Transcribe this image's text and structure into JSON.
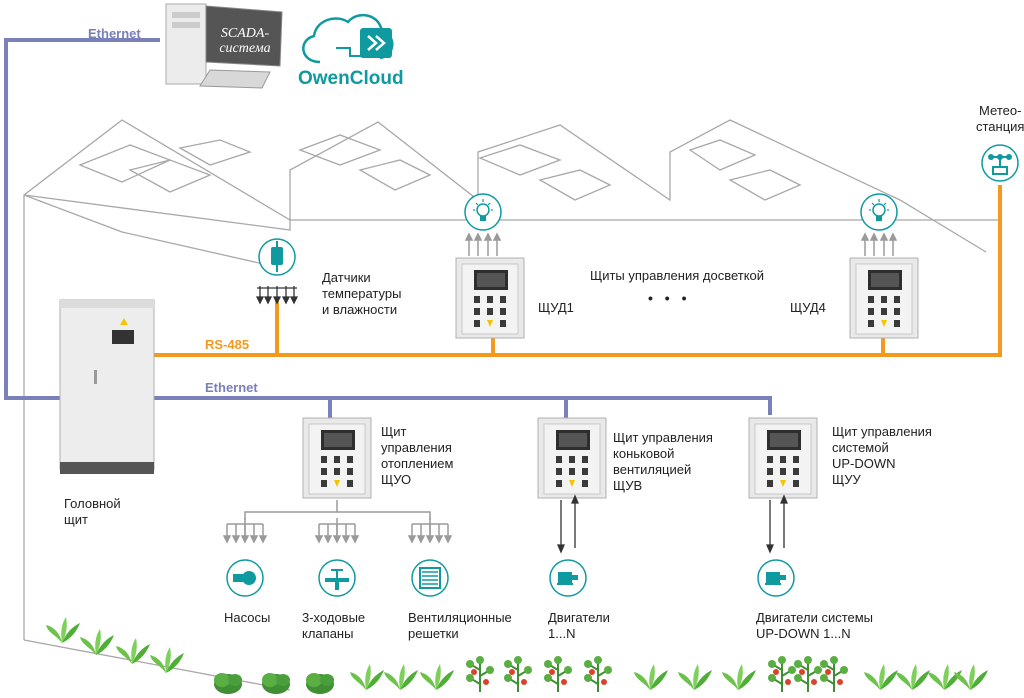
{
  "networks": {
    "ethernet_top": "Ethernet",
    "ethernet_main": "Ethernet",
    "rs485": "RS-485"
  },
  "scada": {
    "label": "SCADA-\nсистема"
  },
  "cloud": {
    "label": "OwenCloud"
  },
  "meteo": {
    "label": "Метео-\nстанция"
  },
  "sensors": {
    "label": "Датчики\nтемпературы\nи влажности"
  },
  "lighting": {
    "title": "Щиты управления досветкой",
    "panel1": "ЩУД1",
    "panel4": "ЩУД4",
    "ellipsis": "• • •"
  },
  "main_panel": {
    "label": "Головной\nщит"
  },
  "heating_panel": {
    "label": "Щит\nуправления\nотоплением\nЩУО"
  },
  "vent_panel": {
    "label": "Щит управления\nконьковой\nвентиляцией\nЩУВ"
  },
  "updown_panel": {
    "label": "Щит управления\nсистемой\nUP-DOWN\nЩУУ"
  },
  "devices": {
    "pumps": "Насосы",
    "valves": "3-ходовые\nклапаны",
    "grilles": "Вентиляционные\nрешетки",
    "motors": "Двигатели\n1...N",
    "updown_motors": "Двигатели системы\nUP-DOWN 1...N"
  },
  "icons": [
    "computer-icon",
    "cloud-icon",
    "meteo-station-icon",
    "sensor-icon",
    "lamp-icon",
    "pump-icon",
    "valve-icon",
    "grille-icon",
    "motor-icon",
    "plant-icon"
  ],
  "colors": {
    "ethernet": "#7a80b8",
    "rs485": "#f39a1e",
    "teal": "#0f9aa0",
    "outline": "#9a9a9a"
  }
}
